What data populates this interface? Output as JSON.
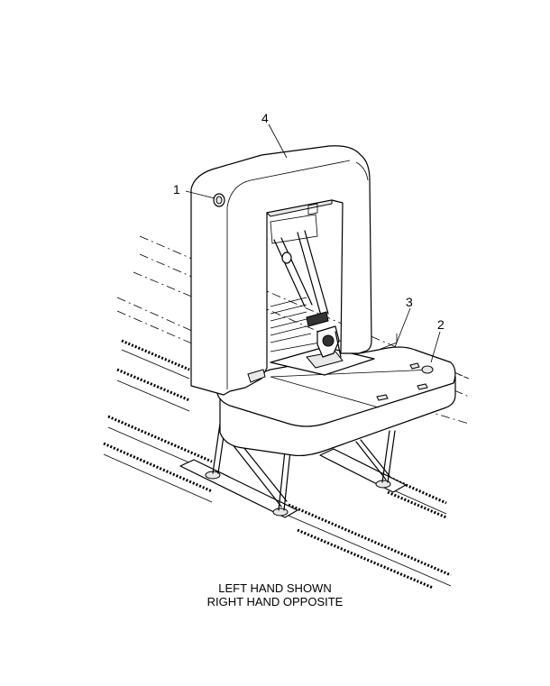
{
  "callouts": [
    "1",
    "2",
    "3",
    "4"
  ],
  "caption": {
    "line1": "LEFT HAND SHOWN",
    "line2": "RIGHT HAND OPPOSITE"
  }
}
